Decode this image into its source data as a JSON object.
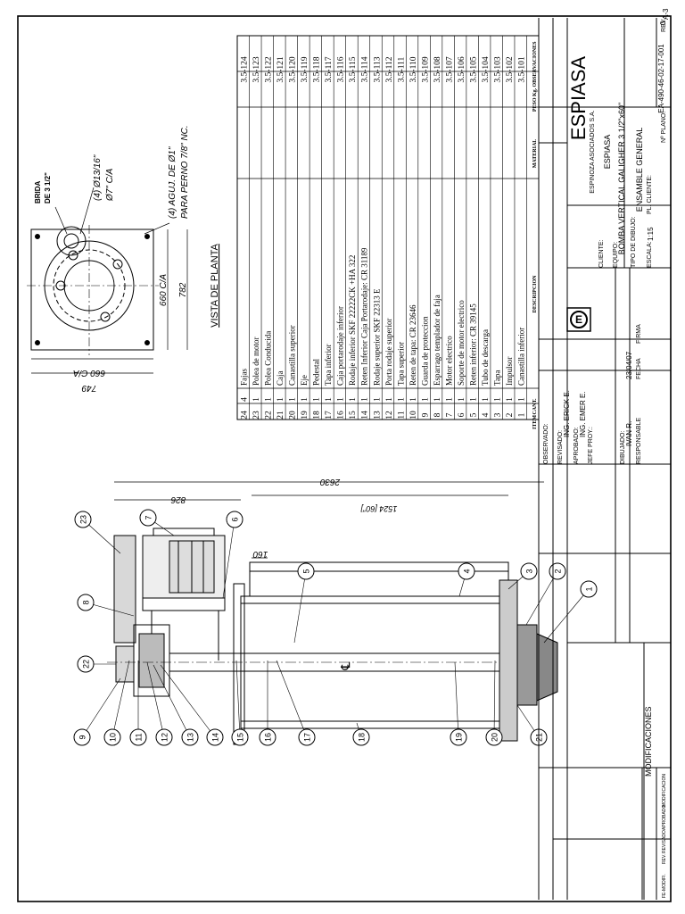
{
  "plan_view": {
    "title": "VISTA DE PLANTA",
    "flange_label": "BRIDA",
    "flange_size": "DE 3 1/2\"",
    "holes_1": "(4) Ø13/16\"",
    "holes_1b": "Ø7\" C/A",
    "holes_2": "(4) AGUJ. DE Ø1\"",
    "holes_2b": "PARA PERNO 7/8\" NC.",
    "dim_660_side": "660 C/A",
    "dim_782": "782",
    "dim_660_top": "660 C/A",
    "dim_749": "749"
  },
  "elevation": {
    "dim_826": "826",
    "dim_2630": "2630",
    "dim_1524": "1524 [60\"]",
    "dim_160": "160",
    "centerline": "℄",
    "balloons": [
      "1",
      "2",
      "3",
      "4",
      "5",
      "6",
      "7",
      "8",
      "9",
      "10",
      "11",
      "12",
      "13",
      "14",
      "15",
      "16",
      "17",
      "18",
      "19",
      "20",
      "21",
      "22",
      "23"
    ]
  },
  "bom": {
    "rows": [
      {
        "item": "24",
        "qty": "4",
        "desc": "Fajas",
        "obs": "3.5-124"
      },
      {
        "item": "23",
        "qty": "1",
        "desc": "Polea de motor",
        "obs": "3.5-123"
      },
      {
        "item": "22",
        "qty": "1",
        "desc": "Polea Conducida",
        "obs": "3.5-122"
      },
      {
        "item": "21",
        "qty": "1",
        "desc": "Caja",
        "obs": "3.5-121"
      },
      {
        "item": "20",
        "qty": "1",
        "desc": "Canastilla superior",
        "obs": "3.5-120"
      },
      {
        "item": "19",
        "qty": "1",
        "desc": "Eje",
        "obs": "3.5-119"
      },
      {
        "item": "18",
        "qty": "1",
        "desc": "Pedestal",
        "obs": "3.5-118"
      },
      {
        "item": "17",
        "qty": "1",
        "desc": "Tapa inferior",
        "obs": "3.5-117"
      },
      {
        "item": "16",
        "qty": "1",
        "desc": "Caja portarodaje inferior",
        "obs": "3.5-116"
      },
      {
        "item": "15",
        "qty": "1",
        "desc": "Rodaje inferior SKF 22222CK +HA 322",
        "obs": "3.5-115"
      },
      {
        "item": "14",
        "qty": "1",
        "desc": "Reten Inferior Caja Portarodaje: CR 31189",
        "obs": "3.5-114"
      },
      {
        "item": "13",
        "qty": "1",
        "desc": "Rodaje superior SKF 22313 E",
        "obs": "3.5-113"
      },
      {
        "item": "12",
        "qty": "1",
        "desc": "Porta rodaje superior",
        "obs": "3.5-112"
      },
      {
        "item": "11",
        "qty": "1",
        "desc": "Tapa superior",
        "obs": "3.5-111"
      },
      {
        "item": "10",
        "qty": "1",
        "desc": "Reten de tapa: CR 23646",
        "obs": "3.5-110"
      },
      {
        "item": "9",
        "qty": "1",
        "desc": "Guarda de proteccion",
        "obs": "3.5-109"
      },
      {
        "item": "8",
        "qty": "1",
        "desc": "Esparrago templador de faja",
        "obs": "3.5-108"
      },
      {
        "item": "7",
        "qty": "1",
        "desc": "Motor electrico",
        "obs": "3.5-107"
      },
      {
        "item": "6",
        "qty": "1",
        "desc": "Soporte de motor electrico",
        "obs": "3.5-106"
      },
      {
        "item": "5",
        "qty": "1",
        "desc": "Reten inferior: CR 39145",
        "obs": "3.5-105"
      },
      {
        "item": "4",
        "qty": "1",
        "desc": "Tubo de descarga",
        "obs": "3.5-104"
      },
      {
        "item": "3",
        "qty": "1",
        "desc": "Tapa",
        "obs": "3.5-103"
      },
      {
        "item": "2",
        "qty": "1",
        "desc": "Impulsor",
        "obs": "3.5-102"
      },
      {
        "item": "1",
        "qty": "1",
        "desc": "Canastilla inferior",
        "obs": "3.5-101"
      }
    ],
    "headers": {
      "item": "ITEM",
      "qty": "CANT.",
      "desc": "DESCRIPCION",
      "material": "MATERIAL",
      "peso": "PESO Kg.",
      "obs": "OBSERVACIONES"
    }
  },
  "title_block": {
    "observado": "OBSERVADO:",
    "revisado": "REVISADO:",
    "revisado_name": "ING. ERICK E.",
    "aprobado": "APROBADO:",
    "aprobado_name": "ING. EMER E.",
    "jefe": "JEFE PROY.:",
    "dibujado": "DIBUJADO:",
    "dibujado_name": "IVAN R.",
    "date": "23/04/07",
    "responsable": "RESPONSABLE",
    "fecha": "FECHA",
    "firma": "FIRMA",
    "logo_text": "ESPIASA",
    "logo_sub": "ESPINOZA ASOCIADOS S.A.",
    "cliente_label": "CLIENTE:",
    "cliente_value": "ESPIASA",
    "equipo_label": "EQUIPO:",
    "equipo_value": "BOMBA VERTICAL GALIGHER 3 1/2\"x60\"",
    "tipo_label": "TIPO DE DIBUJO:",
    "tipo_value": "ENSAMBLE GENERAL",
    "escala_label": "ESCALA:",
    "escala_value": "1:15",
    "pl_cliente": "PL. CLIENTE:",
    "plano_label": "Nº PLANO:",
    "plano_value": "EA-490-46-02-17-001",
    "rev_label": "REV.",
    "rev_value": "0",
    "sheet_size": "A-3"
  },
  "revisions": {
    "title": "MODIFICACIONES",
    "h_modif": "FE-MODIFI.",
    "h_rev": "REV.",
    "h_revisado": "REVISADO",
    "h_aprobado": "APROBADO",
    "h_modificacion": "MODIFICACION"
  }
}
